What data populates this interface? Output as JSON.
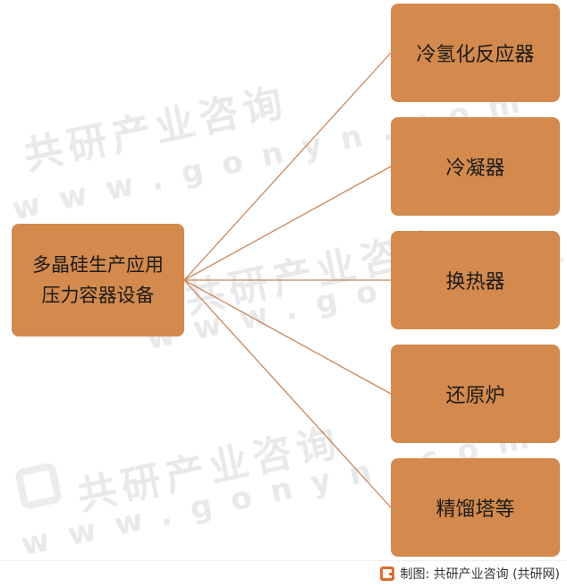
{
  "diagram": {
    "root": {
      "line1": "多晶硅生产应用",
      "line2": "压力容器设备"
    },
    "children": [
      {
        "label": "冷氢化反应器"
      },
      {
        "label": "冷凝器"
      },
      {
        "label": "换热器"
      },
      {
        "label": "还原炉"
      },
      {
        "label": "精馏塔等"
      }
    ],
    "colors": {
      "node_fill": "#d38a4c",
      "connector": "#c8875a"
    }
  },
  "watermark": {
    "brand": "共研产业咨询",
    "site": "www.gonyn.com"
  },
  "footer": {
    "credit": "制图: 共研产业咨询 (共研网)"
  }
}
